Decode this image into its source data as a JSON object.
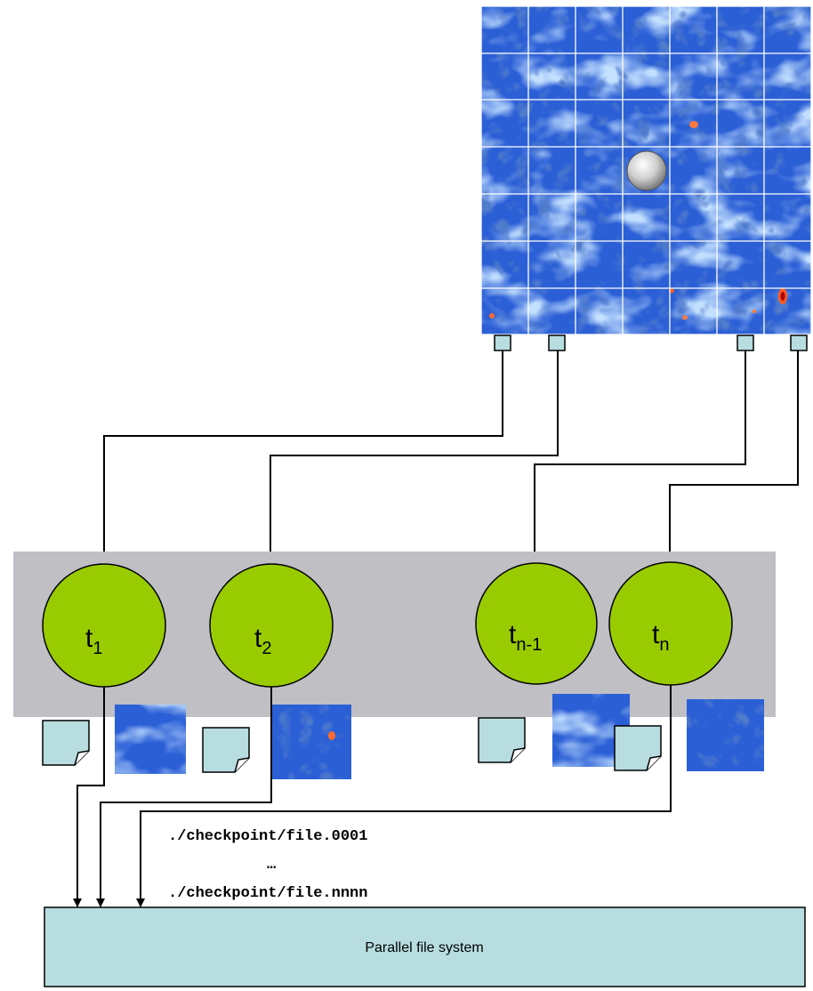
{
  "threads": [
    {
      "base": "t",
      "sub": "1"
    },
    {
      "base": "t",
      "sub": "2"
    },
    {
      "base": "t",
      "sub": "n-1"
    },
    {
      "base": "t",
      "sub": "n"
    }
  ],
  "checkpoint_files": {
    "first": "./checkpoint/file.0001",
    "ellipsis": "…",
    "last": "./checkpoint/file.nnnn"
  },
  "storage_label": "Parallel file system",
  "colors": {
    "node_fill": "#99cc00",
    "band": "#bfbfc4",
    "storage_fill": "#b7dde0",
    "port_fill": "#b7dde0",
    "field_blue": "#2b5fd6"
  }
}
